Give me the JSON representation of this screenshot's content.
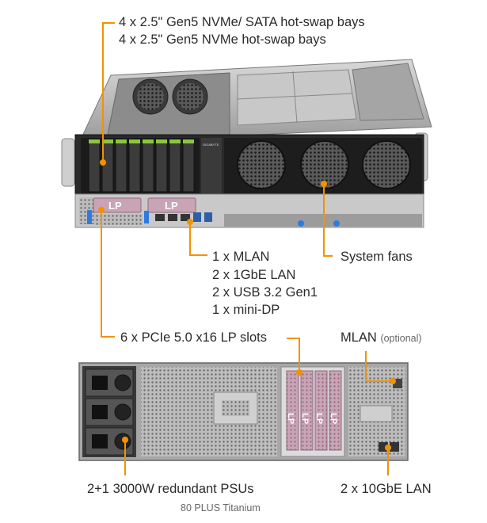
{
  "colors": {
    "callout": "#f39200",
    "text": "#2b2b2b",
    "pcie_pink": "#c9a3b6"
  },
  "labels": {
    "bays_1": "4 x 2.5\" Gen5 NVMe/ SATA hot-swap bays",
    "bays_2": "4 x 2.5\" Gen5 NVMe hot-swap bays",
    "ports": [
      "1 x MLAN",
      "2 x 1GbE LAN",
      "2 x USB 3.2 Gen1",
      "1 x mini-DP"
    ],
    "fans": "System fans",
    "pcie": "6 x PCIe 5.0 x16 LP slots",
    "mlan": "MLAN",
    "mlan_note": "(optional)",
    "psu": "2+1 3000W redundant PSUs",
    "psu_note": "80 PLUS Titanium",
    "lan10g": "2 x 10GbE LAN"
  },
  "chassis_text": {
    "lp_front": "LP",
    "lp_rear": "LP",
    "brand_tag": "GIGABYTE"
  }
}
